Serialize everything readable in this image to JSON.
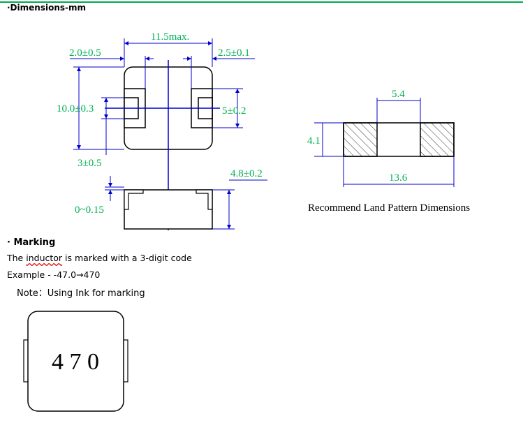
{
  "headings": {
    "dimensions": "·Dimensions-mm",
    "marking": "· Marking"
  },
  "marking": {
    "line1_prefix": "The ",
    "line1_word": "inductor",
    "line1_suffix": " is marked with a 3-digit code",
    "example": "Example - -47.0→470",
    "note": "Note：Using Ink for marking",
    "code": "4 7 0"
  },
  "dimensions": {
    "width_max": "11.5max.",
    "left_terminal": "2.0±0.5",
    "right_terminal": "2.5±0.1",
    "height": "10.0±0.3",
    "pad_height": "5±0.2",
    "pad_gap": "3±0.5",
    "thickness": "4.8±0.2",
    "standoff": "0~0.15"
  },
  "land_pattern": {
    "title": "Recommend Land Pattern Dimensions",
    "gap": "5.4",
    "height": "4.1",
    "total": "13.6"
  },
  "colors": {
    "dimension": "#00b050",
    "centerline": "#0000cc",
    "accent_line": "#00a94f"
  }
}
